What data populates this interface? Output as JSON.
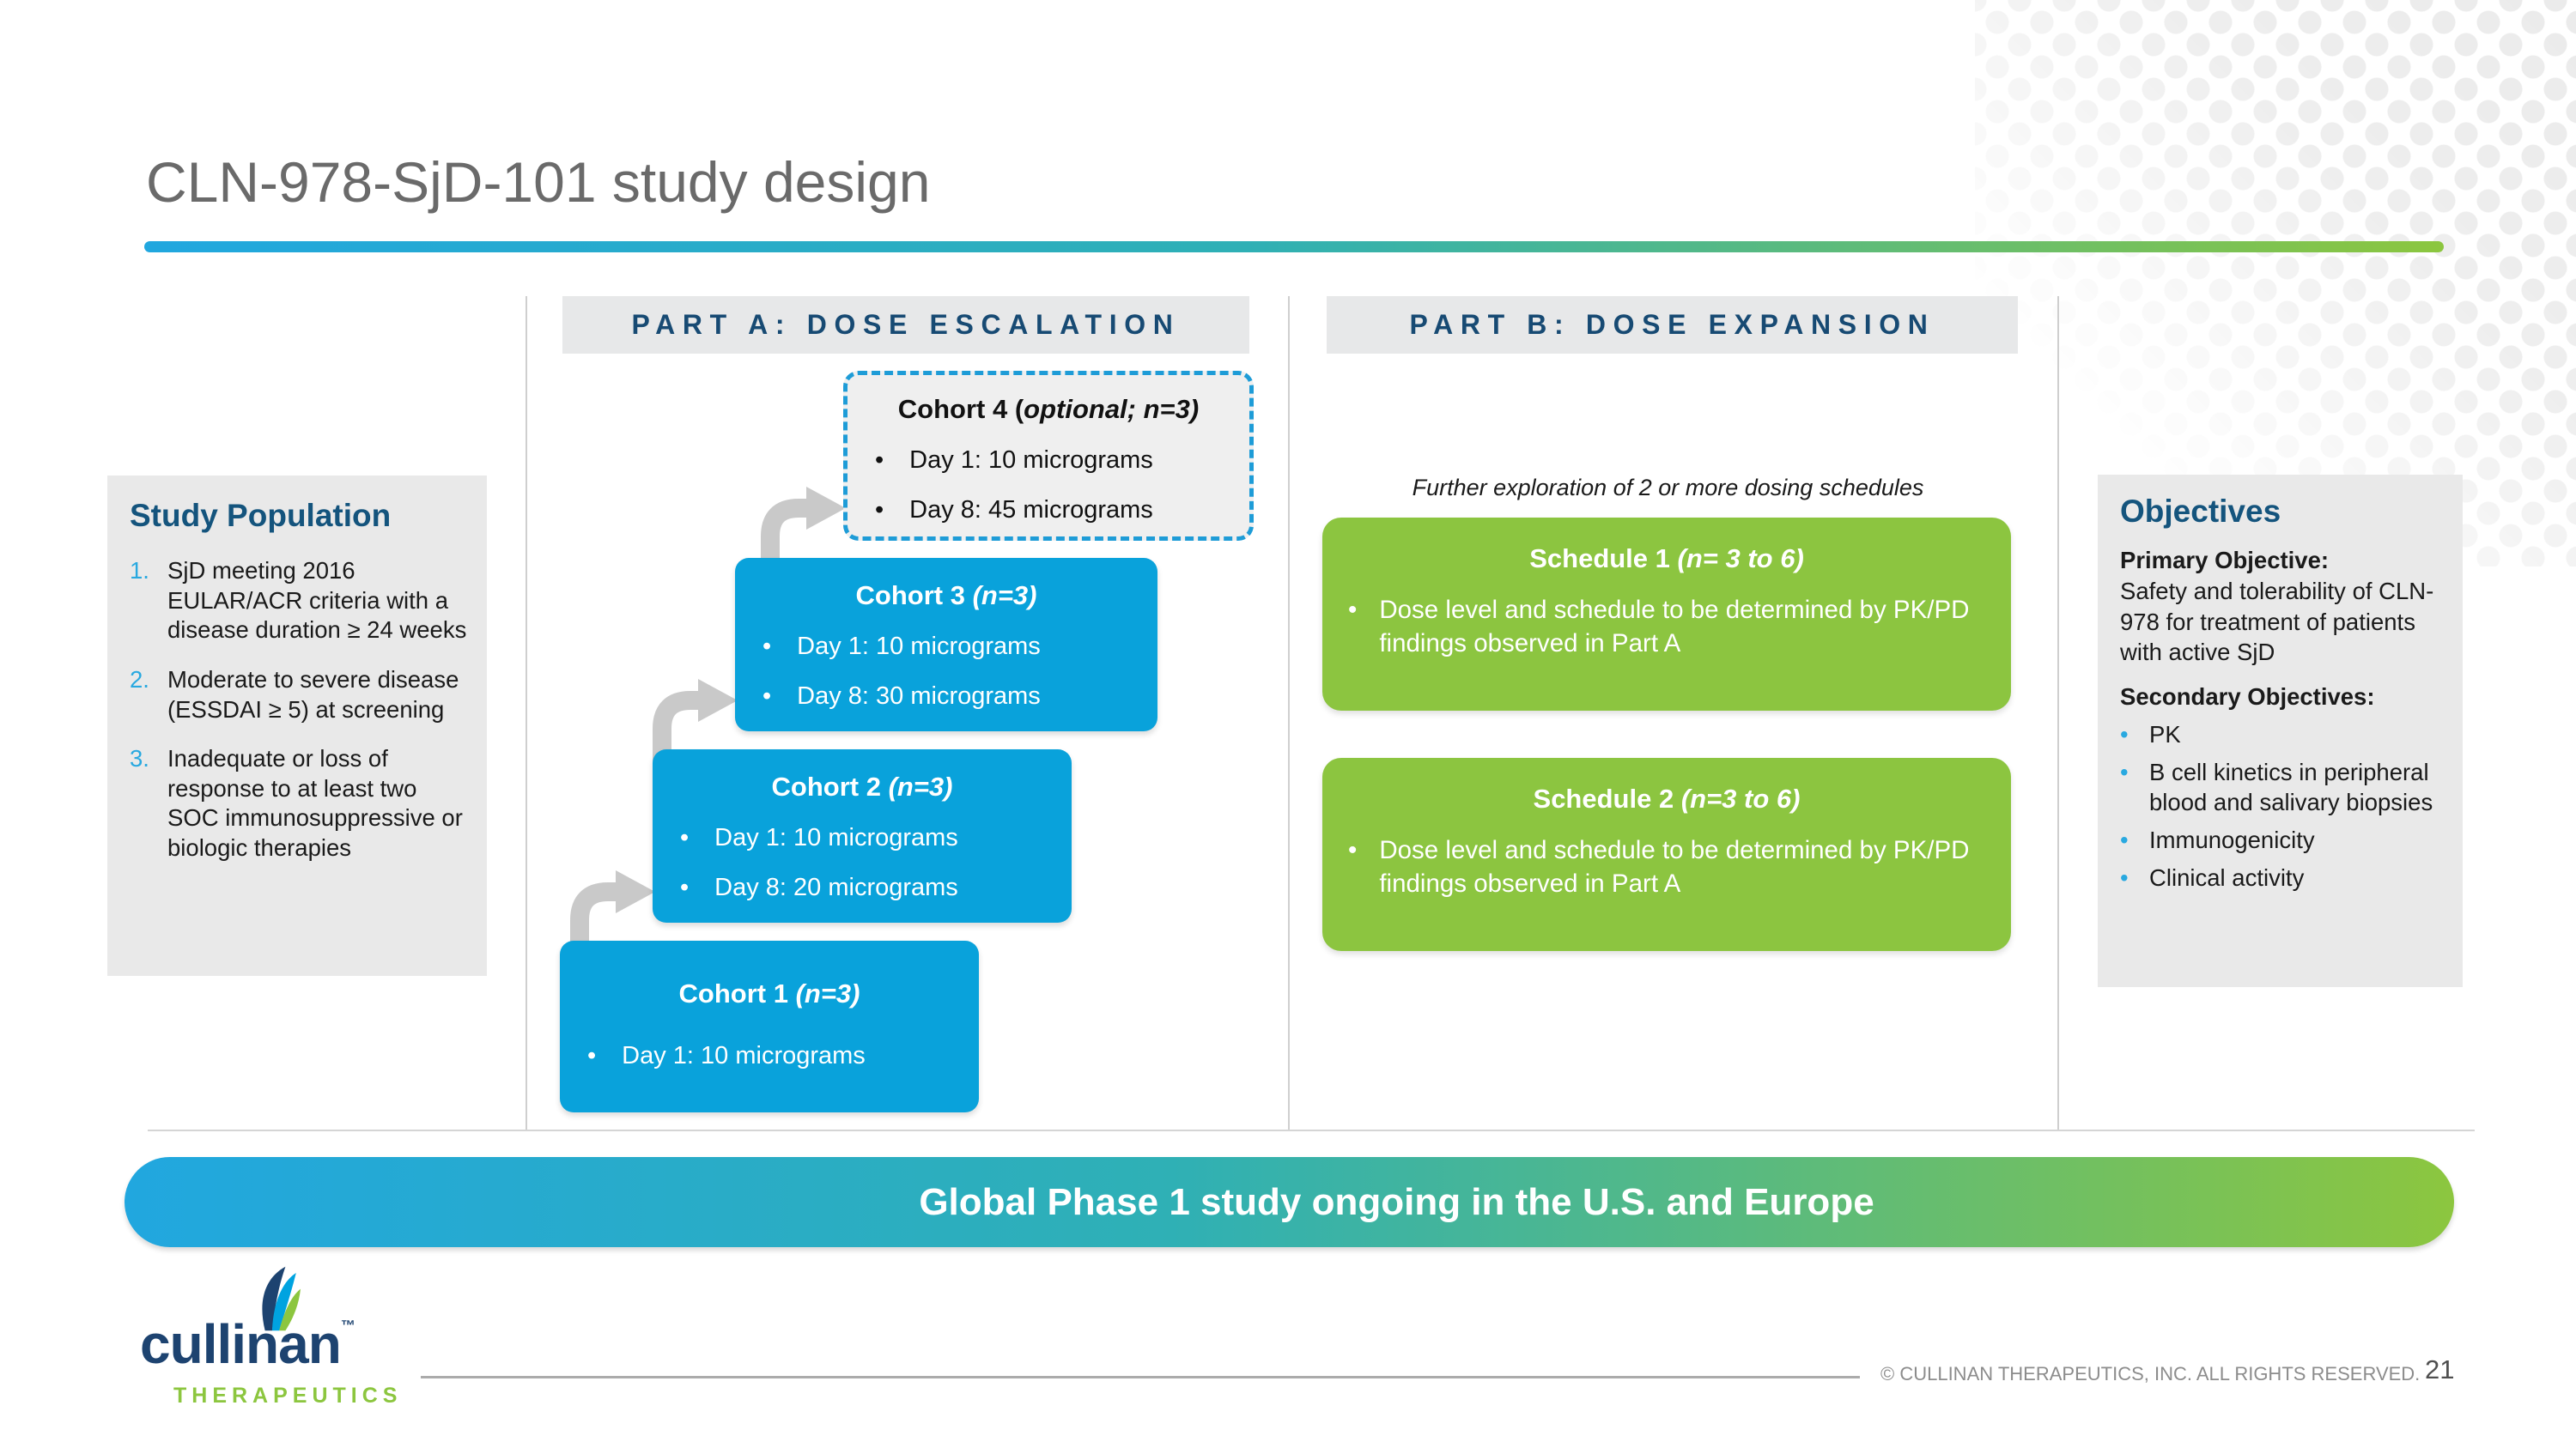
{
  "slide": {
    "title": "CLN-978-SjD-101 study design",
    "copyright": "© CULLINAN THERAPEUTICS, INC. ALL RIGHTS RESERVED.",
    "page_number": "21"
  },
  "colors": {
    "title_gray": "#6A6A6A",
    "navy": "#174A73",
    "heading_blue": "#14547D",
    "panel_gray": "#E9E9E9",
    "cohort_blue": "#09A2DB",
    "dash_blue": "#1E9CD7",
    "schedule_green": "#8CC540",
    "list_number_blue": "#29A9E0",
    "arrow_gray": "#C9C9C9",
    "grad_blue": "#21A7DF",
    "grad_teal": "#2FB0B5",
    "grad_green": "#8CC63F",
    "logo_navy": "#1D4370"
  },
  "study_population": {
    "heading": "Study Population",
    "items": [
      {
        "num": "1.",
        "text": "SjD meeting 2016 EULAR/ACR criteria with a disease duration ≥ 24 weeks"
      },
      {
        "num": "2.",
        "text": "Moderate to severe disease (ESSDAI ≥ 5) at screening"
      },
      {
        "num": "3.",
        "text": "Inadequate or loss of response to at least two SOC immunosuppressive or biologic therapies"
      }
    ]
  },
  "part_a": {
    "header": "PART A: DOSE ESCALATION",
    "cohorts": [
      {
        "title_prefix": "Cohort 1 ",
        "title_italic": "(n=3)",
        "bullets": [
          "Day 1: 10 micrograms"
        ]
      },
      {
        "title_prefix": "Cohort 2 ",
        "title_italic": "(n=3)",
        "bullets": [
          "Day 1: 10 micrograms",
          "Day 8: 20 micrograms"
        ]
      },
      {
        "title_prefix": "Cohort 3 ",
        "title_italic": "(n=3)",
        "bullets": [
          "Day 1: 10 micrograms",
          "Day 8: 30 micrograms"
        ]
      },
      {
        "title_prefix": "Cohort 4 (",
        "title_italic": "optional; n=3)",
        "bullets": [
          "Day 1: 10 micrograms",
          "Day 8: 45 micrograms"
        ]
      }
    ]
  },
  "part_b": {
    "header": "PART B: DOSE EXPANSION",
    "note": "Further exploration of 2 or more dosing schedules",
    "schedules": [
      {
        "title_prefix": "Schedule 1 ",
        "title_italic": "(n= 3 to 6)",
        "bullet": "Dose level and schedule to be determined by PK/PD findings observed in Part A"
      },
      {
        "title_prefix": "Schedule 2 ",
        "title_italic": "(n=3 to 6)",
        "bullet": "Dose level and schedule to be determined by PK/PD findings observed in Part A"
      }
    ]
  },
  "objectives": {
    "heading": "Objectives",
    "primary_label": "Primary Objective:",
    "primary_text": "Safety and tolerability of CLN-978 for treatment of patients with active SjD",
    "secondary_label": "Secondary Objectives:",
    "bullets": [
      "PK",
      "B cell kinetics in peripheral blood and salivary biopsies",
      "Immunogenicity",
      "Clinical activity"
    ]
  },
  "banner": {
    "text": "Global Phase 1 study ongoing in the U.S. and Europe"
  },
  "logo": {
    "brand": "cullinan",
    "tm": "™",
    "sub": "THERAPEUTICS"
  }
}
